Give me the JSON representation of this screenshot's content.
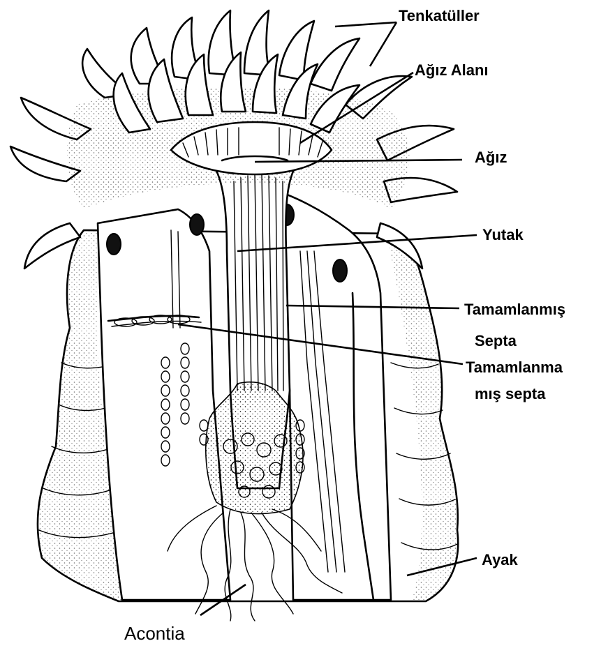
{
  "labels": {
    "tentacles": "Tenkatüller",
    "oral_disc": "Ağız Alanı",
    "mouth": "Ağız",
    "pharynx": "Yutak",
    "complete_septa_1": "Tamamlanmış",
    "complete_septa_2": "Septa",
    "incomplete_septa_1": "Tamamlanma",
    "incomplete_septa_2": "mış septa",
    "foot": "Ayak",
    "acontia": "Acontia"
  }
}
